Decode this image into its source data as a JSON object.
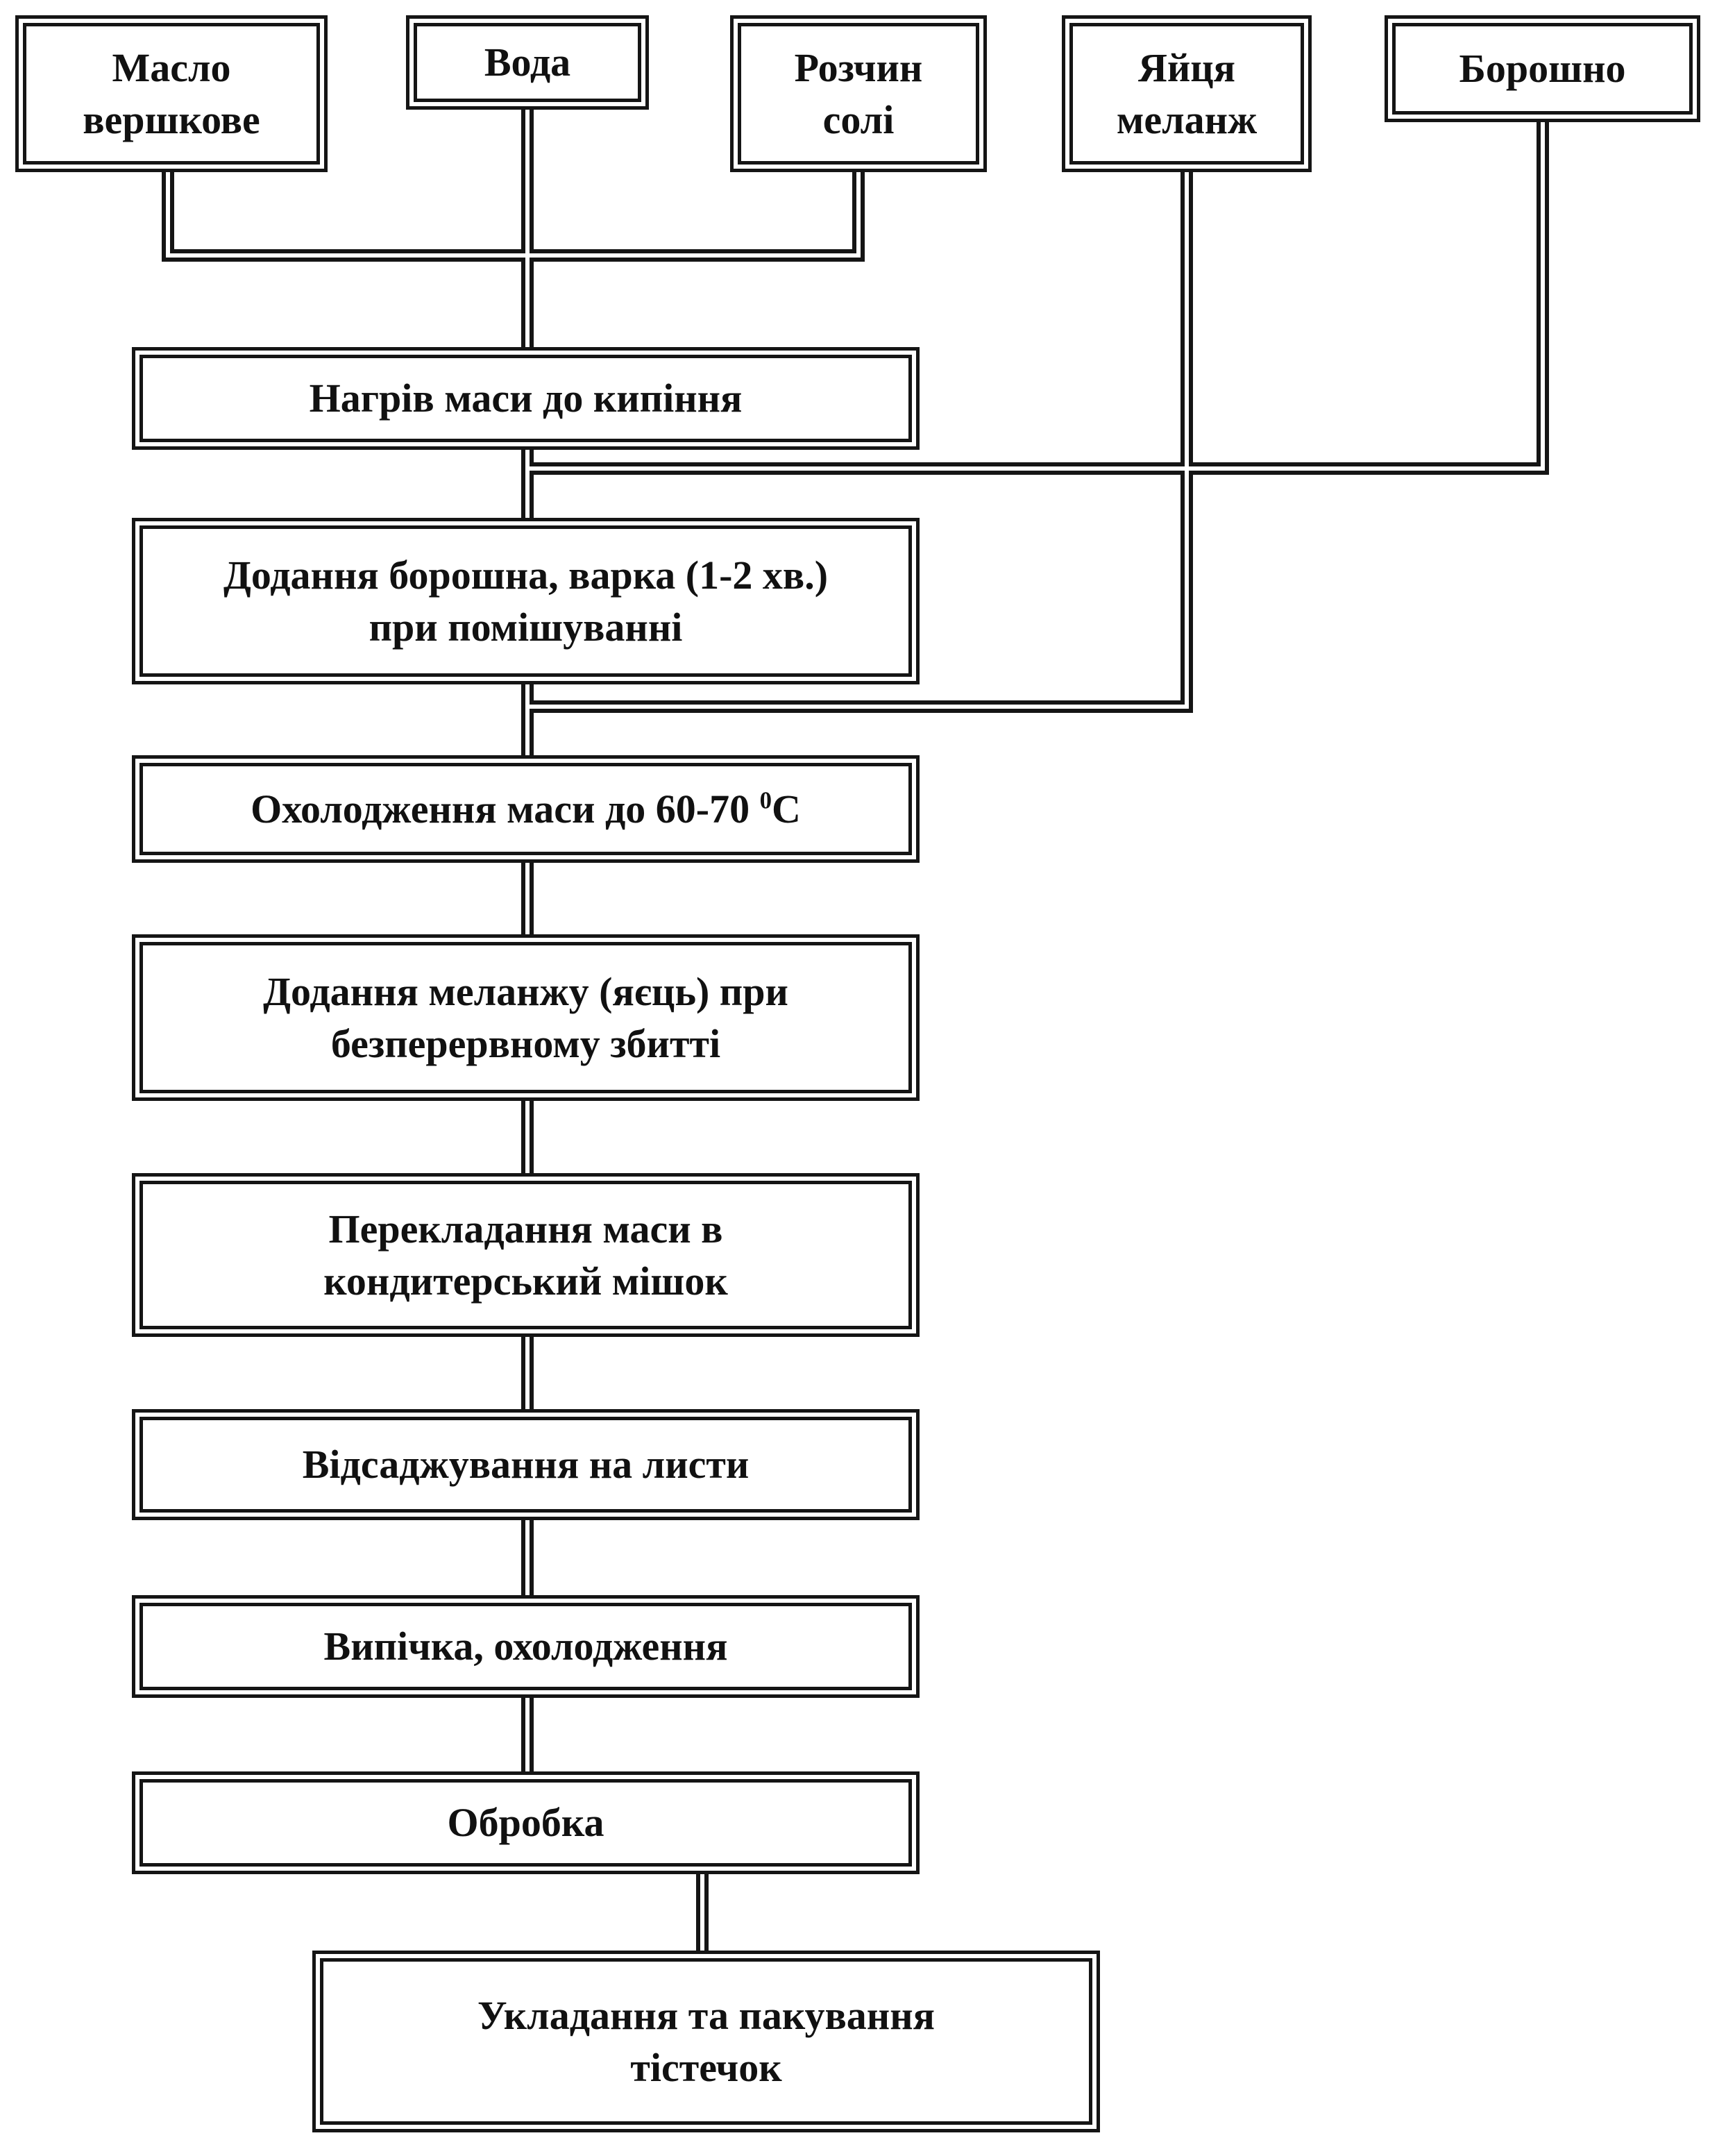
{
  "diagram": {
    "ingredients": [
      {
        "id": "butter",
        "label": "Масло\nвершкове"
      },
      {
        "id": "water",
        "label": "Вода"
      },
      {
        "id": "salt",
        "label": "Розчин\nсолі"
      },
      {
        "id": "eggs",
        "label": "Яйця\nмеланж"
      },
      {
        "id": "flour",
        "label": "Борошно"
      }
    ],
    "steps": [
      {
        "id": "heat",
        "label": "Нагрів маси до кипіння"
      },
      {
        "id": "add-flour",
        "label": "Додання борошна, варка (1-2 хв.)\nпри помішуванні"
      },
      {
        "id": "cool",
        "label_main": "Охолодження маси до 60-70 ",
        "label_sup": "0",
        "label_unit": "С"
      },
      {
        "id": "add-eggs",
        "label": "Додання меланжу (яєць) при\nбезперервному збитті"
      },
      {
        "id": "bag",
        "label": "Перекладання маси в\nкондитерський мішок"
      },
      {
        "id": "pipe",
        "label": "Відсаджування на листи"
      },
      {
        "id": "bake",
        "label": "Випічка, охолодження"
      },
      {
        "id": "finish",
        "label": "Обробка"
      },
      {
        "id": "pack",
        "label": "Укладання та пакування\nтістечок"
      }
    ],
    "colors": {
      "ink": "#151515",
      "background": "#ffffff"
    }
  }
}
